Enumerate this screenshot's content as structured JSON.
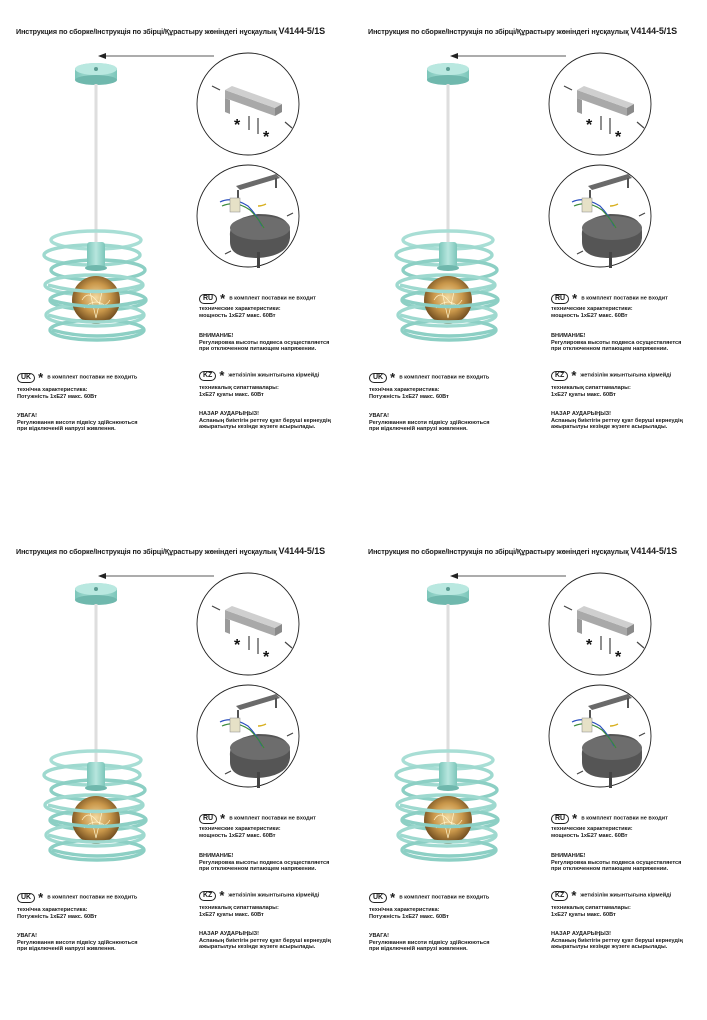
{
  "document": {
    "title_text": "Инструкция по сборке/Інструкція по збірці/Құрастыру жөніндегі нұсқаулық",
    "model": "V4144-5/1S",
    "star_glyph": "*",
    "ru": {
      "badge": "RU",
      "not_included": "в комплект поставки не входит",
      "spec_title": "технические характеристики:",
      "spec_value": "мощность 1хE27 макс. 60Вт",
      "warning_title": "ВНИМАНИЕ!",
      "warning_line1": "Регулировка высоты подвеса осуществляется",
      "warning_line2": "при отключенном питающем напряжении."
    },
    "uk": {
      "badge": "UK",
      "not_included": "в комплект поставки не входить",
      "spec_title": "технічна характеристика:",
      "spec_value": "Потужність 1хE27 макс. 60Вт",
      "warning_title": "УВАГА!",
      "warning_line1": "Регулювання висоти підвісу здійснюються",
      "warning_line2": "при відключеній напрузі живлення."
    },
    "kz": {
      "badge": "KZ",
      "not_included": "жеткізілім жиынтығына кірмейді",
      "spec_title": "техникалық сипаттамалары:",
      "spec_value": "1хE27 қуаты макс. 60Вт",
      "warning_title": "НАЗАР АУДАРЫҢЫЗ!",
      "warning_line1": "Аспаның биіктігін реттеу қуат беруші кернеудің",
      "warning_line2": "ажыратылуы кезінде жүзеге асырылады."
    },
    "colors": {
      "lamp_mint": "#9ed9cf",
      "lamp_mint_dark": "#6fb8ad",
      "bracket_grey": "#8a8a8a",
      "canopy_grey": "#555555",
      "bulb_amber": "#b98a3a"
    },
    "icons": [
      "asterisk-icon",
      "arrow-icon",
      "screw-icon"
    ]
  }
}
